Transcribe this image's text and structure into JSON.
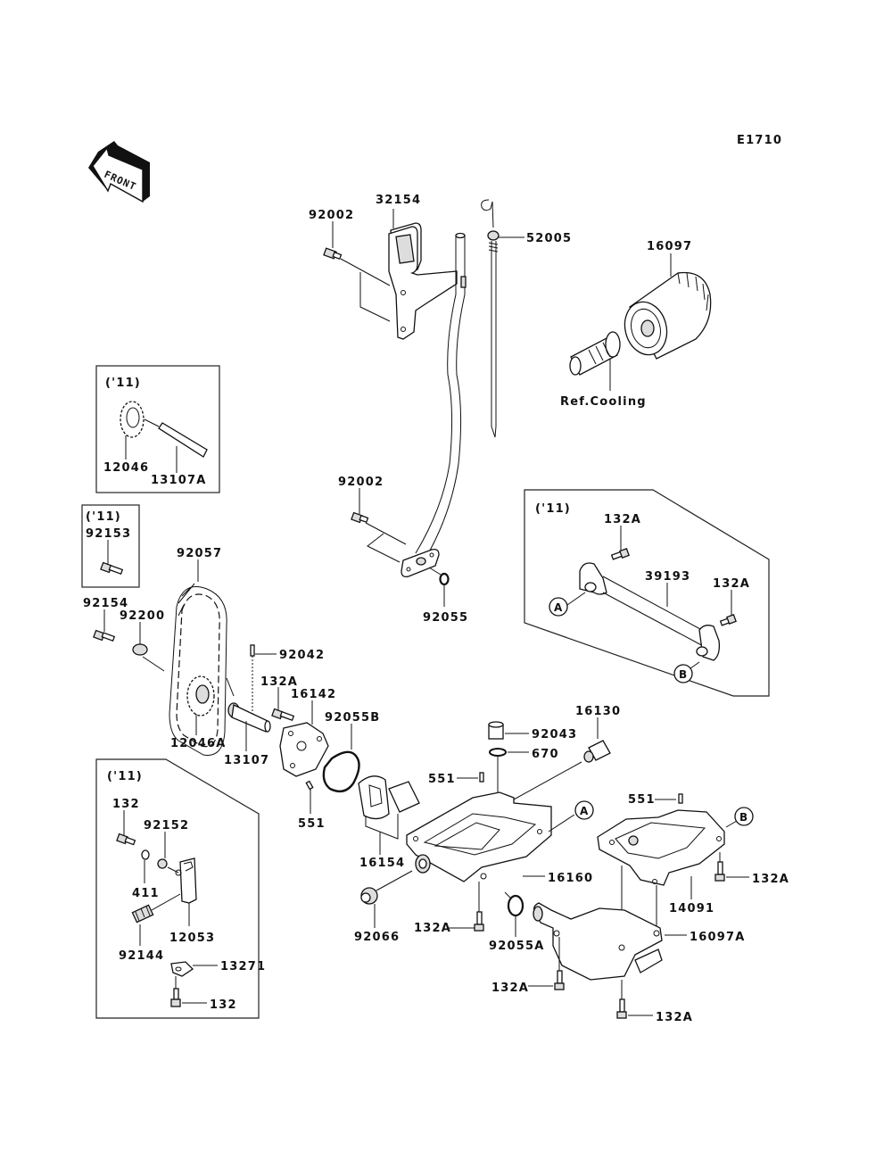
{
  "diagram": {
    "code": "E1710",
    "front_arrow": "FRONT",
    "ref_note": "Ref.Cooling",
    "year_tag": "('11)",
    "refs": {
      "A": "A",
      "B": "B"
    },
    "labels": {
      "p32154": "32154",
      "p92002_top": "92002",
      "p52005": "52005",
      "p16097": "16097",
      "p12046": "12046",
      "p13107A": "13107A",
      "p92153": "92153",
      "p92057": "92057",
      "p92154": "92154",
      "p92200": "92200",
      "p92002_mid": "92002",
      "p92055": "92055",
      "p39193": "39193",
      "p132A_box1": "132A",
      "p132A_box2": "132A",
      "p92042": "92042",
      "p132A_pump": "132A",
      "p16142": "16142",
      "p92055B": "92055B",
      "p12046A": "12046A",
      "p13107": "13107",
      "p551_pump": "551",
      "p16130": "16130",
      "p92043": "92043",
      "p670": "670",
      "p551_case": "551",
      "p16154": "16154",
      "p16160": "16160",
      "p92066": "92066",
      "p132A_case": "132A",
      "p92055A": "92055A",
      "p551_right": "551",
      "p132A_right": "132A",
      "p14091": "14091",
      "p16097A": "16097A",
      "p132A_low1": "132A",
      "p132A_low2": "132A",
      "p132_top": "132",
      "p92152": "92152",
      "p411": "411",
      "p12053": "12053",
      "p92144": "92144",
      "p13271": "13271",
      "p132_bottom": "132"
    }
  }
}
